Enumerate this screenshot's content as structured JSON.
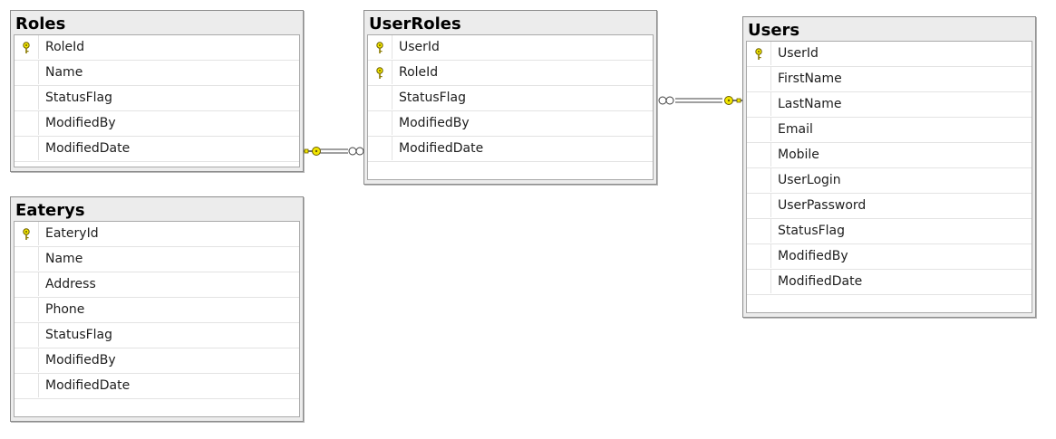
{
  "tables": {
    "roles": {
      "name": "Roles",
      "columns": [
        {
          "label": "RoleId",
          "pk": true
        },
        {
          "label": "Name",
          "pk": false
        },
        {
          "label": "StatusFlag",
          "pk": false
        },
        {
          "label": "ModifiedBy",
          "pk": false
        },
        {
          "label": "ModifiedDate",
          "pk": false
        }
      ]
    },
    "userroles": {
      "name": "UserRoles",
      "columns": [
        {
          "label": "UserId",
          "pk": true
        },
        {
          "label": "RoleId",
          "pk": true
        },
        {
          "label": "StatusFlag",
          "pk": false
        },
        {
          "label": "ModifiedBy",
          "pk": false
        },
        {
          "label": "ModifiedDate",
          "pk": false
        }
      ]
    },
    "users": {
      "name": "Users",
      "columns": [
        {
          "label": "UserId",
          "pk": true
        },
        {
          "label": "FirstName",
          "pk": false
        },
        {
          "label": "LastName",
          "pk": false
        },
        {
          "label": "Email",
          "pk": false
        },
        {
          "label": "Mobile",
          "pk": false
        },
        {
          "label": "UserLogin",
          "pk": false
        },
        {
          "label": "UserPassword",
          "pk": false
        },
        {
          "label": "StatusFlag",
          "pk": false
        },
        {
          "label": "ModifiedBy",
          "pk": false
        },
        {
          "label": "ModifiedDate",
          "pk": false
        }
      ]
    },
    "eaterys": {
      "name": "Eaterys",
      "columns": [
        {
          "label": "EateryId",
          "pk": true
        },
        {
          "label": "Name",
          "pk": false
        },
        {
          "label": "Address",
          "pk": false
        },
        {
          "label": "Phone",
          "pk": false
        },
        {
          "label": "StatusFlag",
          "pk": false
        },
        {
          "label": "ModifiedBy",
          "pk": false
        },
        {
          "label": "ModifiedDate",
          "pk": false
        }
      ]
    }
  },
  "relationships": [
    {
      "from": "Roles",
      "to": "UserRoles",
      "one_end": "key",
      "many_end": "infinity"
    },
    {
      "from": "Users",
      "to": "UserRoles",
      "one_end": "key",
      "many_end": "infinity"
    }
  ],
  "colors": {
    "key": "#f2e600",
    "line": "#404040",
    "title_bg": "#ececec"
  }
}
